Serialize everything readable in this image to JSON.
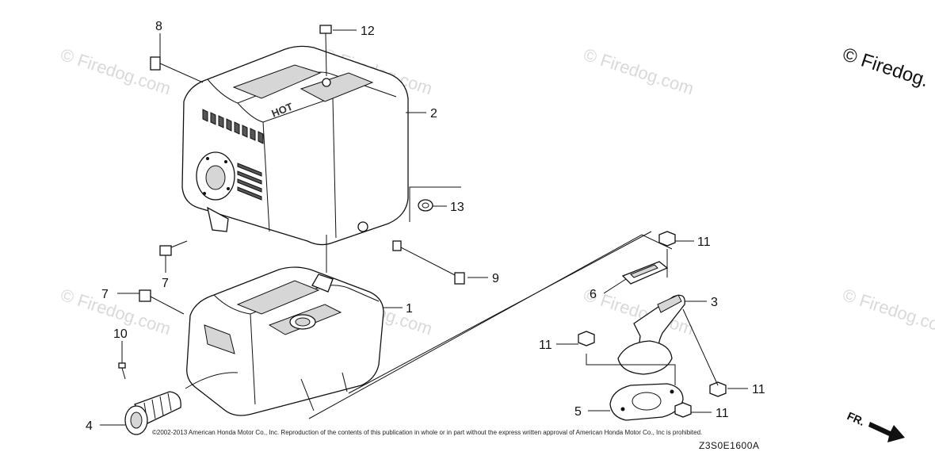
{
  "watermark": {
    "text": "© Firedog.com",
    "corner_text": "© Firedog."
  },
  "hot_label": "HOT",
  "callouts": {
    "c1": "1",
    "c2": "2",
    "c3": "3",
    "c4": "4",
    "c5": "5",
    "c6": "6",
    "c7a": "7",
    "c7b": "7",
    "c8": "8",
    "c9": "9",
    "c10": "10",
    "c11a": "11",
    "c11b": "11",
    "c11c": "11",
    "c11d": "11",
    "c12": "12",
    "c13": "13"
  },
  "copyright": "©2002-2013 American Honda Motor Co., Inc. Reproduction of the contents of this publication in whole or in part without the express written approval of American Honda Motor Co., Inc is prohibited.",
  "diagram_code": "Z3S0E1600A",
  "direction_label": "FR.",
  "colors": {
    "line": "#111111",
    "watermark": "#d9d9d9",
    "background": "#ffffff"
  }
}
